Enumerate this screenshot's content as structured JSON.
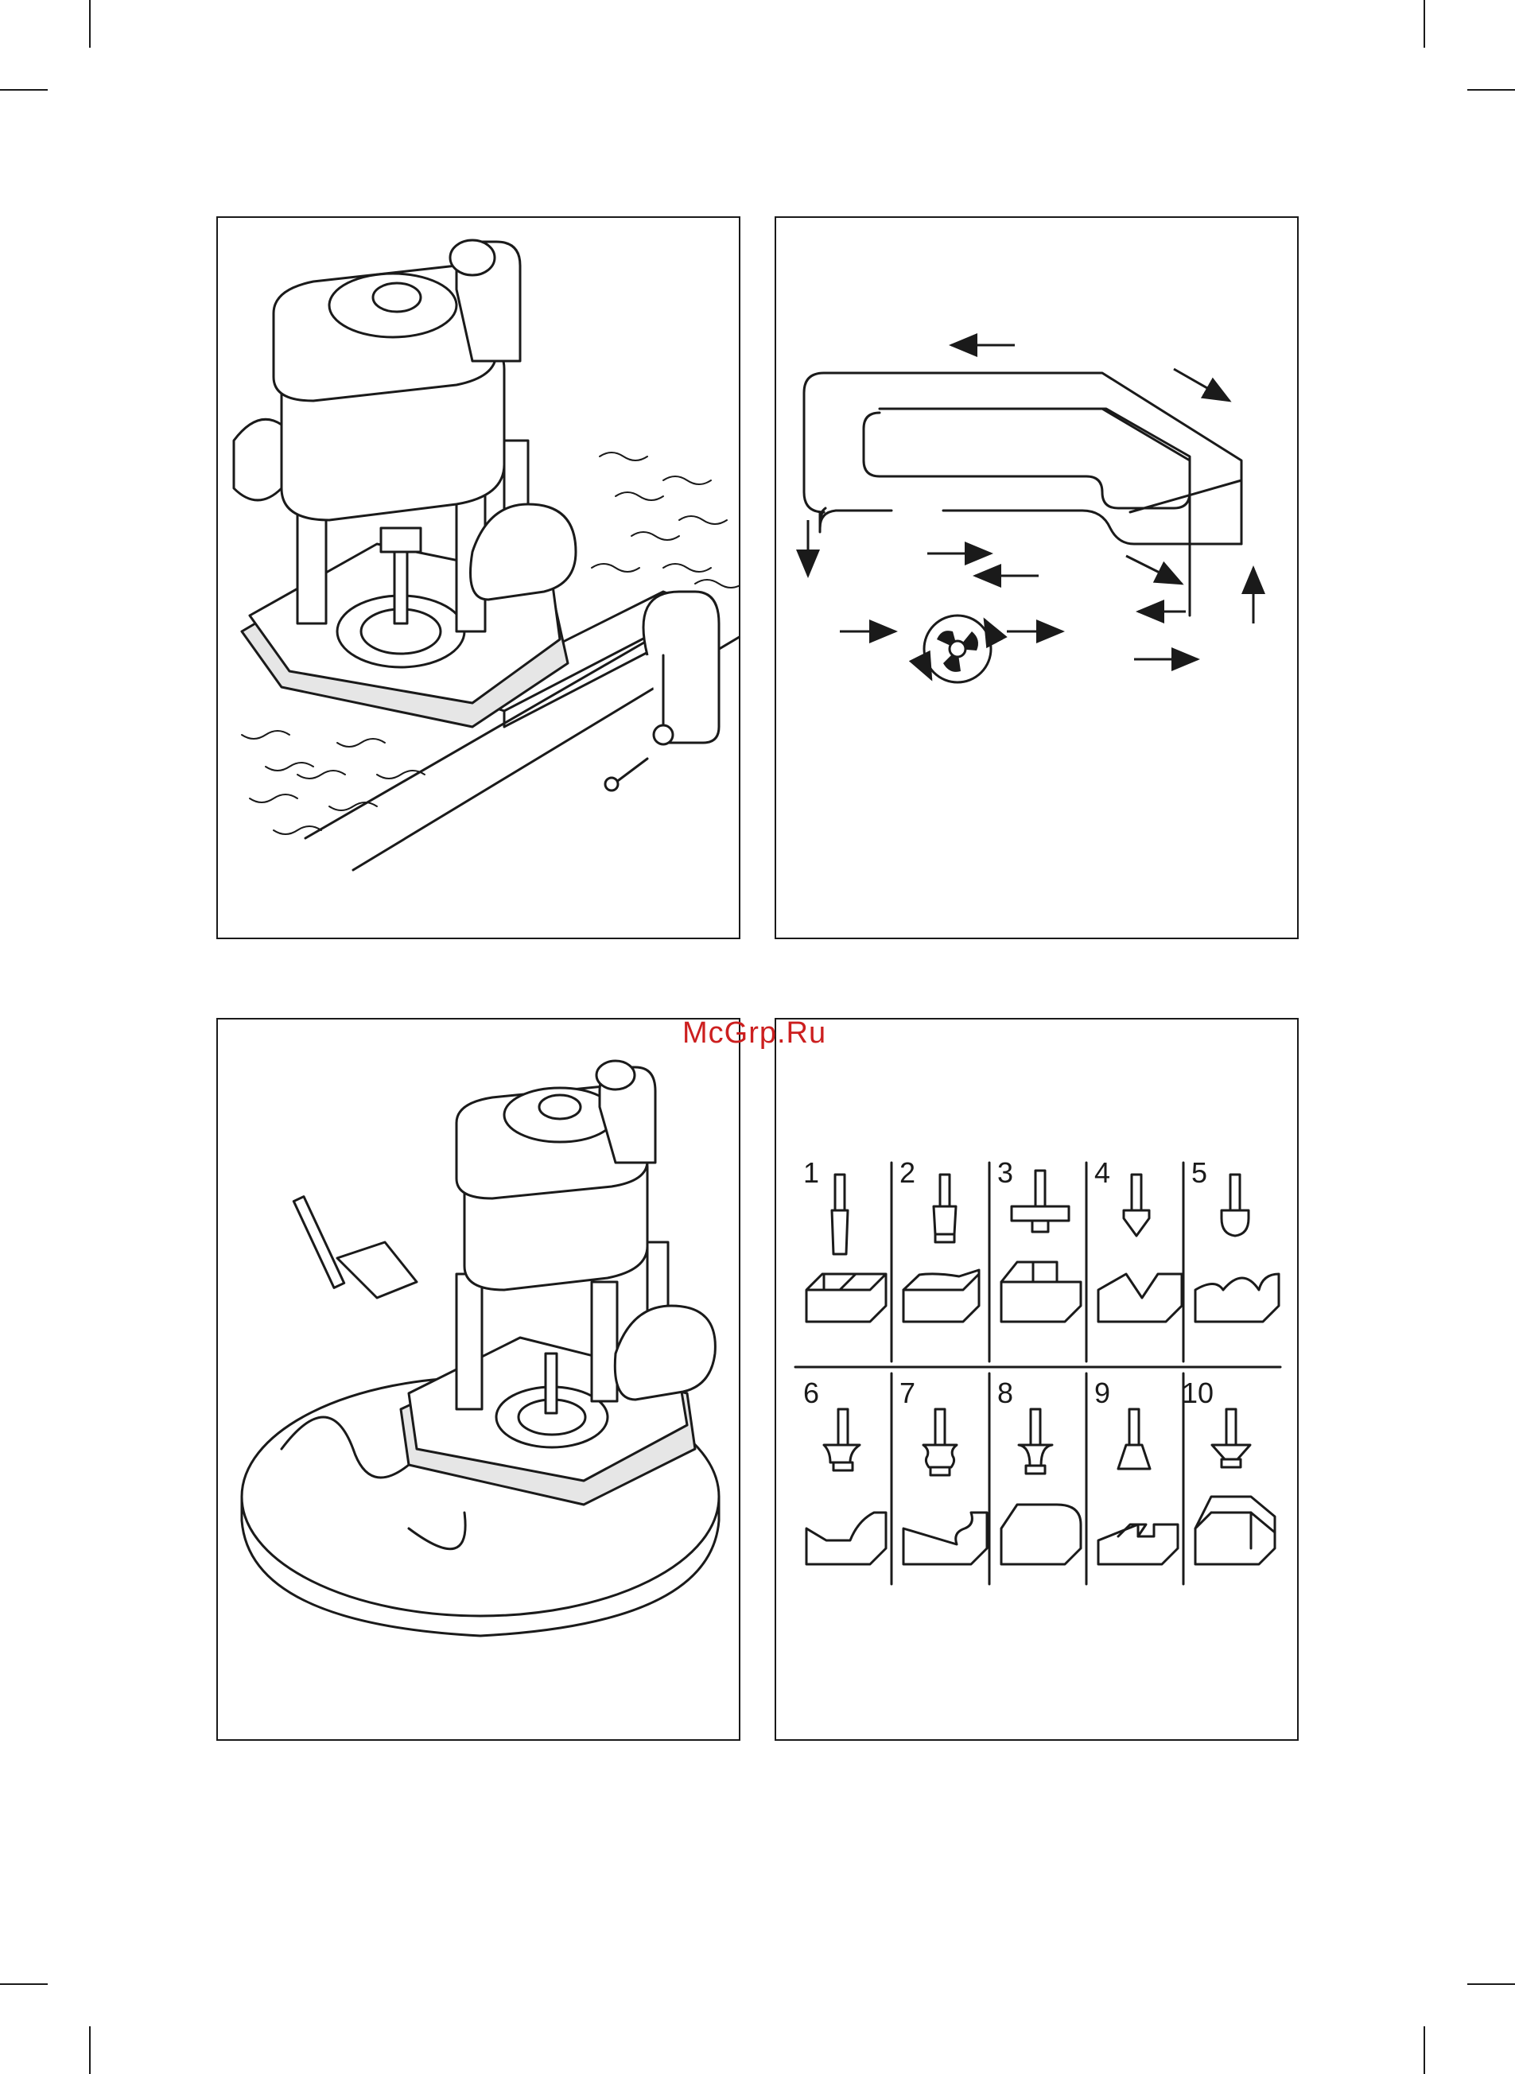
{
  "watermark": "McGrp.Ru",
  "router_bits": {
    "numbers": [
      "1",
      "2",
      "3",
      "4",
      "5",
      "6",
      "7",
      "8",
      "9",
      "10"
    ]
  },
  "colors": {
    "line": "#1a1a1a",
    "watermark": "#cc1f1f",
    "background": "#ffffff"
  },
  "icons": {
    "panel_top_left": "router-with-straight-edge-clamp",
    "panel_top_right": "routing-direction-path-diagram",
    "panel_bottom_left": "router-with-circle-cutting-guide",
    "panel_bottom_right": "router-bit-profiles-chart"
  }
}
